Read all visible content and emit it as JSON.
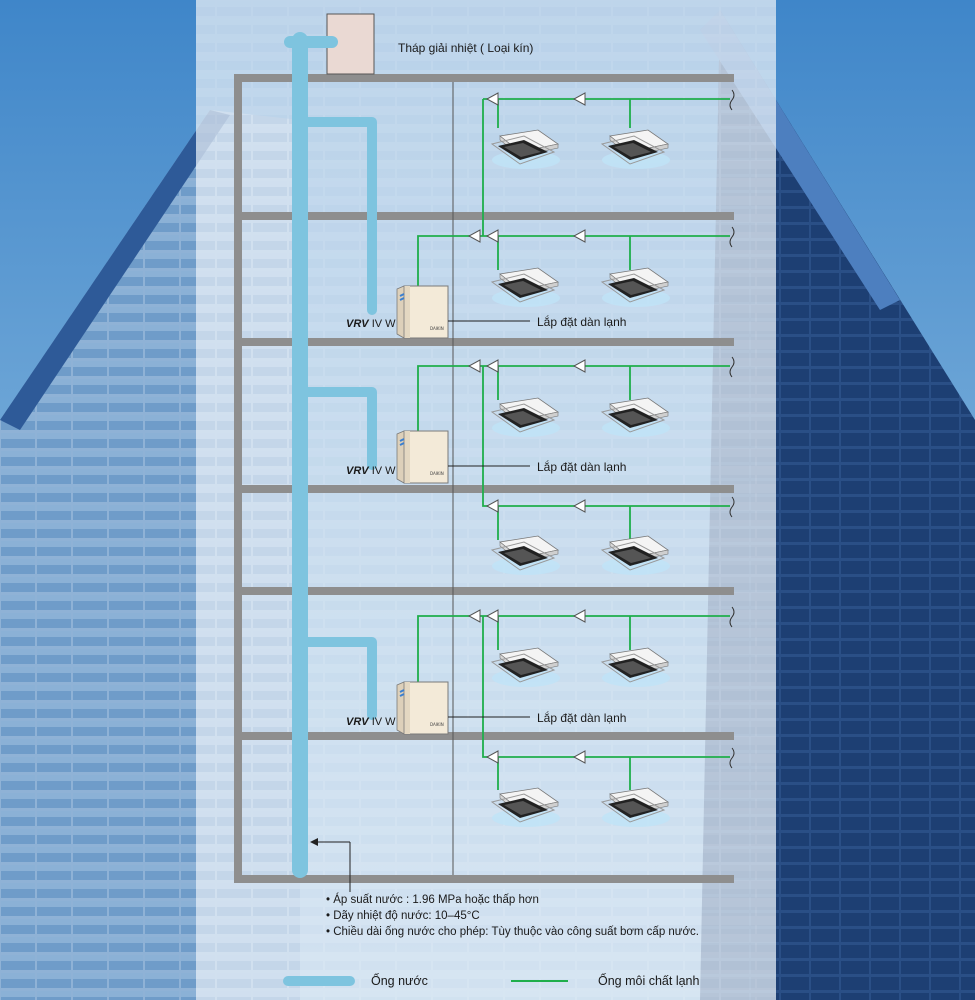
{
  "title": "Tháp giải nhiệt ( Loại kín)",
  "unit_model": {
    "brand": "VRV",
    "model": "IV W"
  },
  "callout_label": "Lắp đặt dàn lạnh",
  "notes": [
    "• Áp suất nước : 1.96 MPa hoặc thấp hơn",
    "• Dãy nhiệt độ nước: 10–45°C",
    "• Chiều dài ống nước cho phép: Tùy thuộc vào công suất bơm cấp nước."
  ],
  "legend": {
    "water_pipe": "Ống nước",
    "refrigerant_pipe": "Ống môi chất lạnh"
  },
  "colors": {
    "water_pipe": "#7ec4df",
    "refrigerant_pipe": "#1fae4b",
    "floor": "#8a8a8a",
    "tower": "#ead9d3"
  }
}
